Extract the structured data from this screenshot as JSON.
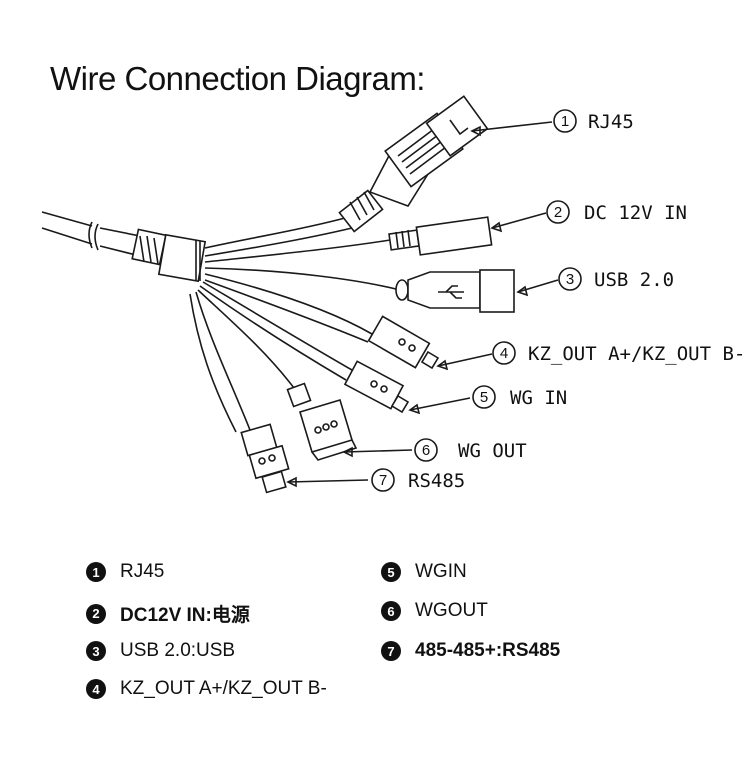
{
  "title": "Wire Connection Diagram:",
  "diagram": {
    "callouts": [
      {
        "num": "1",
        "label": "RJ45"
      },
      {
        "num": "2",
        "label": "DC 12V IN"
      },
      {
        "num": "3",
        "label": "USB 2.0"
      },
      {
        "num": "4",
        "label": "KZ_OUT A+/KZ_OUT B-"
      },
      {
        "num": "5",
        "label": "WG IN"
      },
      {
        "num": "6",
        "label": "WG OUT"
      },
      {
        "num": "7",
        "label": "RS485"
      }
    ]
  },
  "legend": [
    {
      "num": "1",
      "text": "RJ45"
    },
    {
      "num": "2",
      "text": "DC12V IN:电源"
    },
    {
      "num": "3",
      "text": "USB 2.0:USB"
    },
    {
      "num": "4",
      "text": "KZ_OUT A+/KZ_OUT B-"
    },
    {
      "num": "5",
      "text": "WGIN"
    },
    {
      "num": "6",
      "text": "WGOUT"
    },
    {
      "num": "7",
      "text": "485-485+:RS485"
    }
  ]
}
